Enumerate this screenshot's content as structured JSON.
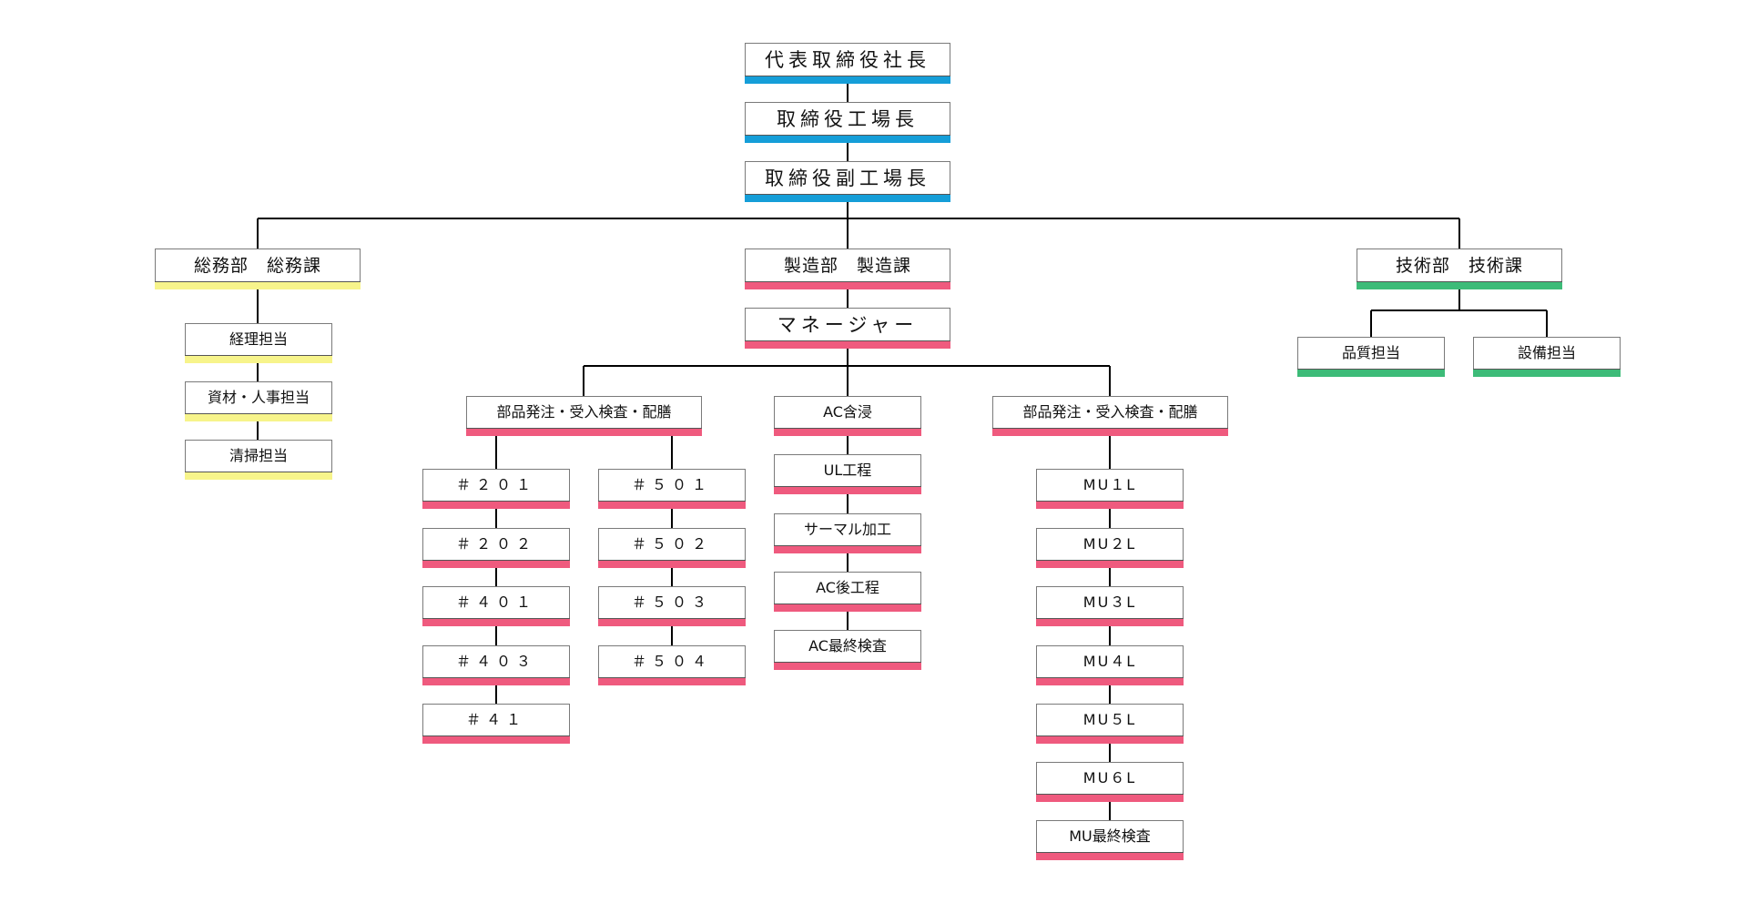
{
  "nodes": {
    "president": "代表取締役社長",
    "plant_manager": "取締役工場長",
    "deputy_plant_manager": "取締役副工場長",
    "general_affairs": "総務部　総務課",
    "manufacturing": "製造部　製造課",
    "technical": "技術部　技術課",
    "accounting": "経理担当",
    "materials_hr": "資材・人事担当",
    "cleaning": "清掃担当",
    "manager": "マネージャー",
    "parts_left": "部品発注・受入検査・配膳",
    "ac_impregnation": "AC含浸",
    "parts_right": "部品発注・受入検査・配膳",
    "quality": "品質担当",
    "equipment": "設備担当",
    "n201": "＃２０１",
    "n202": "＃２０２",
    "n401": "＃４０１",
    "n403": "＃４０３",
    "n41": "＃４１",
    "n501": "＃５０１",
    "n502": "＃５０２",
    "n503": "＃５０３",
    "n504": "＃５０４",
    "ul_process": "UL工程",
    "thermal": "サーマル加工",
    "ac_post": "AC後工程",
    "ac_final": "AC最終検査",
    "mu1": "MU１L",
    "mu2": "MU２L",
    "mu3": "MU３L",
    "mu4": "MU４L",
    "mu5": "MU５L",
    "mu6": "MU６L",
    "mu_final": "MU最終検査"
  },
  "colors": {
    "executive": "#159ed8",
    "general_affairs": "#f7f48b",
    "manufacturing": "#ef5a7e",
    "technical": "#3dbb78",
    "line": "#000000"
  }
}
